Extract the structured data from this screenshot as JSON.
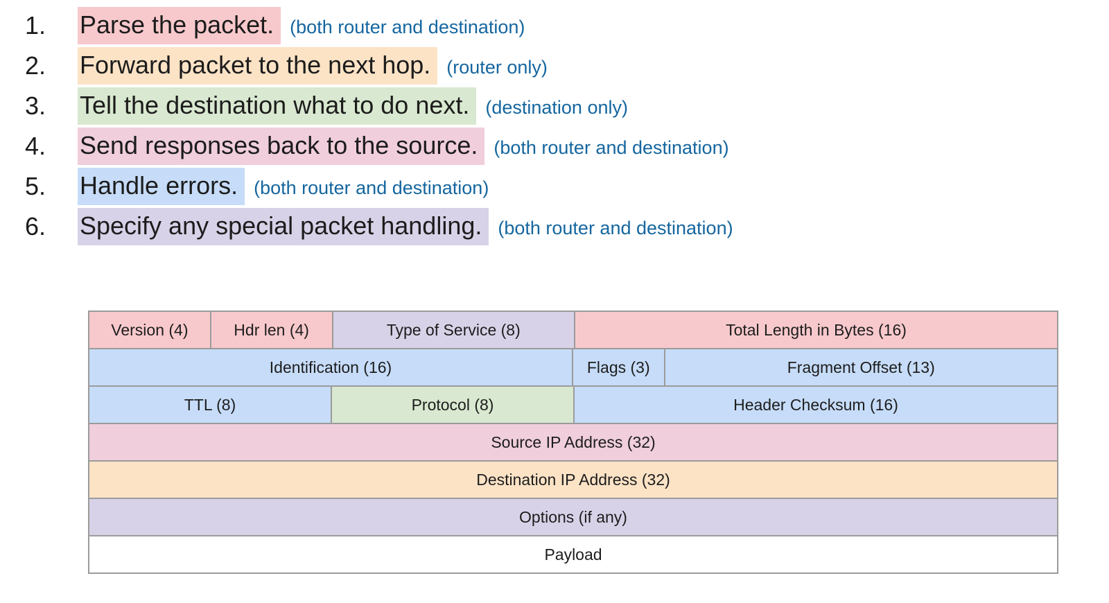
{
  "list": {
    "note_color": "#15669f",
    "items": [
      {
        "number": "1.",
        "text": "Parse the packet.",
        "highlight": "#f8c9cc",
        "note": "(both router and destination)"
      },
      {
        "number": "2.",
        "text": "Forward packet to the next hop.",
        "highlight": "#fce3c6",
        "note": "(router only)"
      },
      {
        "number": "3.",
        "text": "Tell the destination what to do next.",
        "highlight": "#d9e8d0",
        "note": "(destination only)"
      },
      {
        "number": "4.",
        "text": "Send responses back to the source.",
        "highlight": "#f0cedb",
        "note": "(both router and destination)"
      },
      {
        "number": "5.",
        "text": "Handle errors.",
        "highlight": "#c6dcf8",
        "note": "(both router and destination)"
      },
      {
        "number": "6.",
        "text": "Specify any special packet handling.",
        "highlight": "#d8d2e8",
        "note": "(both router and destination)"
      }
    ]
  },
  "header_diagram": {
    "total_bits": 32,
    "rows": [
      {
        "cells": [
          {
            "label": "Version (4)",
            "bits": 4,
            "color": "#f8c9cc"
          },
          {
            "label": "Hdr len (4)",
            "bits": 4,
            "color": "#f8c9cc"
          },
          {
            "label": "Type of Service (8)",
            "bits": 8,
            "color": "#d8d2e8"
          },
          {
            "label": "Total Length in Bytes (16)",
            "bits": 16,
            "color": "#f8c9cc"
          }
        ]
      },
      {
        "cells": [
          {
            "label": "Identification (16)",
            "bits": 16,
            "color": "#c6dcf8"
          },
          {
            "label": "Flags (3)",
            "bits": 3,
            "color": "#c6dcf8"
          },
          {
            "label": "Fragment Offset (13)",
            "bits": 13,
            "color": "#c6dcf8"
          }
        ]
      },
      {
        "cells": [
          {
            "label": "TTL (8)",
            "bits": 8,
            "color": "#c6dcf8"
          },
          {
            "label": "Protocol (8)",
            "bits": 8,
            "color": "#d9e8d0"
          },
          {
            "label": "Header Checksum (16)",
            "bits": 16,
            "color": "#c6dcf8"
          }
        ]
      },
      {
        "cells": [
          {
            "label": "Source IP Address (32)",
            "bits": 32,
            "color": "#f0cedb"
          }
        ]
      },
      {
        "cells": [
          {
            "label": "Destination IP Address (32)",
            "bits": 32,
            "color": "#fce3c6"
          }
        ]
      },
      {
        "cells": [
          {
            "label": "Options (if any)",
            "bits": 32,
            "color": "#d8d2e8"
          }
        ]
      },
      {
        "cells": [
          {
            "label": "Payload",
            "bits": 32,
            "color": "#ffffff"
          }
        ]
      }
    ]
  }
}
